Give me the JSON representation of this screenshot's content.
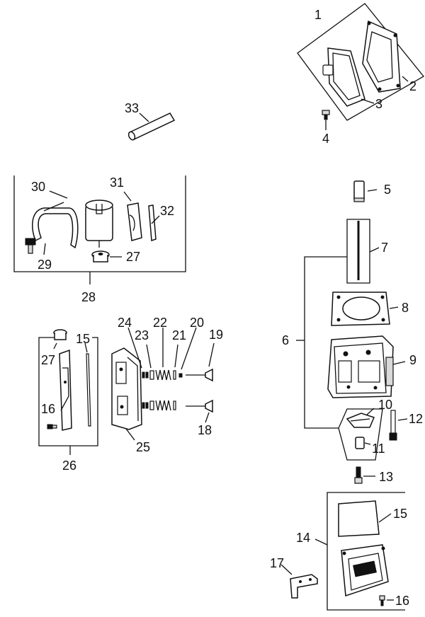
{
  "diagram": {
    "part_labels": [
      "1",
      "2",
      "3",
      "4",
      "5",
      "6",
      "7",
      "8",
      "9",
      "10",
      "11",
      "12",
      "13",
      "14",
      "15",
      "16",
      "17",
      "18",
      "19",
      "20",
      "21",
      "22",
      "23",
      "24",
      "25",
      "26",
      "27",
      "28",
      "29",
      "30",
      "31",
      "32",
      "33"
    ],
    "duplicate_labels": {
      "l27b": "27",
      "l15b": "15",
      "l16b": "16"
    }
  }
}
